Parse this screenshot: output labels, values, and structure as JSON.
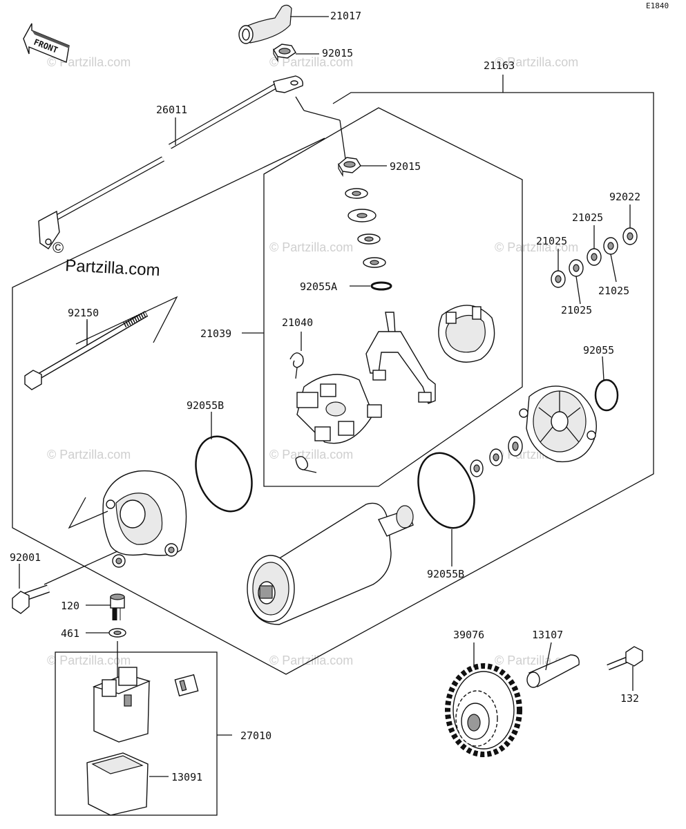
{
  "diagram_code": "E1840",
  "front_label": "FRONT",
  "brand_watermark": "Partzilla.com",
  "watermark_text": "© Partzilla.com",
  "callouts": {
    "p21017": "21017",
    "p92015_top": "92015",
    "p21163": "21163",
    "p26011": "26011",
    "p92015_mid": "92015",
    "p92022": "92022",
    "p21025_a": "21025",
    "p21025_b": "21025",
    "p21025_c": "21025",
    "p21025_d": "21025",
    "p92055A": "92055A",
    "p92150": "92150",
    "p21039": "21039",
    "p21040": "21040",
    "p92055": "92055",
    "p92055B_left": "92055B",
    "p92055B_right": "92055B",
    "p92001": "92001",
    "p120": "120",
    "p461": "461",
    "p27010": "27010",
    "p13091": "13091",
    "p39076": "39076",
    "p13107": "13107",
    "p132": "132"
  }
}
